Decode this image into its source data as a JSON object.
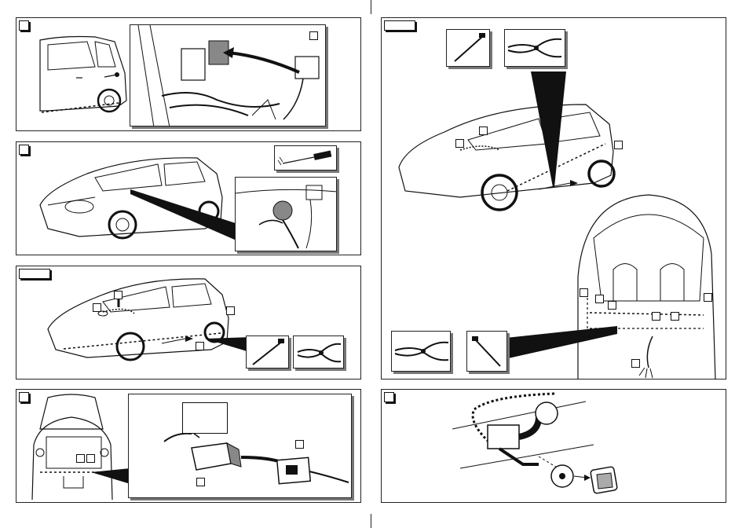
{
  "document": {
    "panels": [
      {
        "id": "step-1",
        "label": ""
      },
      {
        "id": "step-2",
        "label": ""
      },
      {
        "id": "step-3",
        "label": ""
      },
      {
        "id": "step-4",
        "label": ""
      },
      {
        "id": "step-5",
        "label": ""
      },
      {
        "id": "step-6",
        "label": ""
      }
    ],
    "icons": [
      "car-side-icon",
      "car-rear-icon",
      "screwdriver-icon",
      "cable-tie-icon",
      "pliers-icon",
      "connector-icon",
      "tow-bar-icon",
      "socket-icon"
    ],
    "colors": {
      "line": "#111111",
      "background": "#ffffff",
      "shadow": "#777777"
    }
  }
}
